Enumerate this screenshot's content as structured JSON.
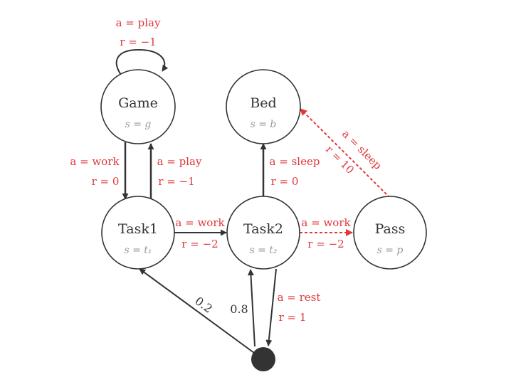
{
  "states": {
    "game": {
      "name": "Game",
      "sub": "s = g"
    },
    "bed": {
      "name": "Bed",
      "sub": "s = b"
    },
    "task1": {
      "name": "Task1",
      "sub": "s = t₁"
    },
    "task2": {
      "name": "Task2",
      "sub": "s = t₂"
    },
    "pass": {
      "name": "Pass",
      "sub": "s = p"
    }
  },
  "edges": {
    "game_self": {
      "action": "a = play",
      "reward": "r = −1"
    },
    "game_to_task1": {
      "action": "a =  work",
      "reward": "r = 0"
    },
    "task1_to_game": {
      "action": "a = play",
      "reward": "r = −1"
    },
    "task1_to_task2": {
      "action": "a = work",
      "reward": "r = −2"
    },
    "task2_to_bed": {
      "action": "a = sleep",
      "reward": "r = 0"
    },
    "task2_to_pass": {
      "action": "a = work",
      "reward": "r = −2"
    },
    "pass_to_bed": {
      "action": "a = sleep",
      "reward": "r = 10"
    },
    "task2_to_chance": {
      "action": "a = rest",
      "reward": "r = 1"
    },
    "chance_to_task1": {
      "prob": "0.2"
    },
    "chance_to_task2": {
      "prob": "0.8"
    }
  },
  "colors": {
    "node_stroke": "#333333",
    "chance_fill": "#333333",
    "action_red": "#e0373b",
    "edge_dark": "#333333"
  }
}
